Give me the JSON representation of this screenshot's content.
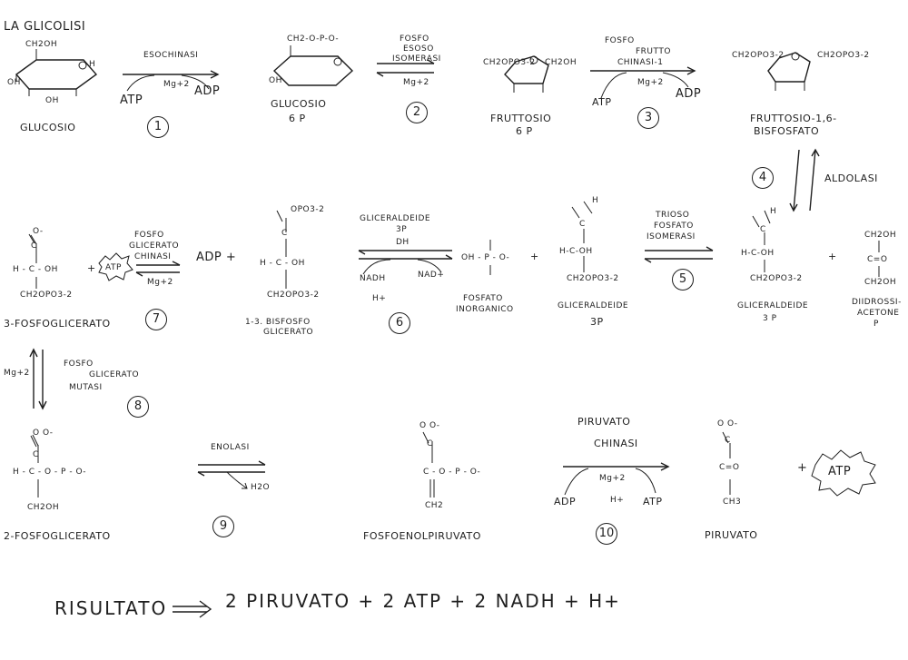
{
  "title": "LA GLICOLISI",
  "reactions": {
    "r1": {
      "num": "1",
      "enzyme": "ESOCHINASI",
      "cofactor": "Mg+2",
      "in": "ATP",
      "out": "ADP"
    },
    "r2": {
      "num": "2",
      "enzyme_l1": "FOSFO",
      "enzyme_l2": "ESOSO",
      "enzyme_l3": "ISOMERASI",
      "cofactor": "Mg+2"
    },
    "r3": {
      "num": "3",
      "enzyme_l1": "FOSFO",
      "enzyme_l2": "FRUTTO",
      "enzyme_l3": "CHINASI-1",
      "cofactor": "Mg+2",
      "in": "ATP",
      "out": "ADP"
    },
    "r4": {
      "num": "4",
      "enzyme": "ALDOLASI"
    },
    "r5": {
      "num": "5",
      "enzyme_l1": "TRIOSO",
      "enzyme_l2": "FOSFATO",
      "enzyme_l3": "ISOMERASI"
    },
    "r6": {
      "num": "6",
      "enzyme_l1": "GLICERALDEIDE",
      "enzyme_l2": "3P",
      "enzyme_l3": "DH",
      "in1": "NADH",
      "in2": "H+",
      "out": "NAD+"
    },
    "r7": {
      "num": "7",
      "enzyme_l1": "FOSFO",
      "enzyme_l2": "GLICERATO",
      "enzyme_l3": "CHINASI",
      "cofactor": "Mg+2",
      "product": "ADP +"
    },
    "r8": {
      "num": "8",
      "enzyme_l1": "FOSFO",
      "enzyme_l2": "GLICERATO",
      "enzyme_l3": "MUTASI",
      "cofactor": "Mg+2"
    },
    "r9": {
      "num": "9",
      "enzyme": "ENOLASI",
      "byproduct": "H2O"
    },
    "r10": {
      "num": "10",
      "enzyme_l1": "PIRUVATO",
      "enzyme_l2": "CHINASI",
      "cofactor": "Mg+2",
      "in1": "ADP",
      "in2": "H+",
      "out": "ATP"
    }
  },
  "molecules": {
    "glucosio": {
      "name": "GLUCOSIO",
      "ch2oh": "CH2OH",
      "oh": "OH",
      "h": "H"
    },
    "g6p": {
      "name_l1": "GLUCOSIO",
      "name_l2": "6 P",
      "phos": "CH2-O-P-O-"
    },
    "f6p": {
      "name_l1": "FRUTTOSIO",
      "name_l2": "6 P",
      "left": "CH2OPO3-2",
      "right": "CH2OH"
    },
    "f16bp": {
      "name_l1": "FRUTTOSIO-1,6-",
      "name_l2": "BISFOSFATO",
      "left": "CH2OPO3-2",
      "right": "CH2OPO3-2"
    },
    "gap_right": {
      "name_l1": "GLICERALDEIDE",
      "name_l2": "3 P",
      "top": "H",
      "mid": "H-C-OH",
      "bottom": "CH2OPO3-2"
    },
    "dhap": {
      "name_l1": "DIIDROSSI-",
      "name_l2": "ACETONE",
      "name_l3": "P",
      "top": "CH2OH",
      "mid": "C=O",
      "bottom": "CH2OH",
      "plus": "+"
    },
    "gap_mid": {
      "name_l1": "GLICERALDEIDE",
      "name_l2": "3P",
      "top": "H",
      "mid": "H-C-OH",
      "bottom": "CH2OPO3-2"
    },
    "pi": {
      "name_l1": "FOSFATO",
      "name_l2": "INORGANICO",
      "formula": "OH - P - O-",
      "plus": "+"
    },
    "bpg13": {
      "name_l1": "1-3. BISFOSFO",
      "name_l2": "GLICERATO",
      "top": "OPO3-2",
      "mid": "H - C - OH",
      "bottom": "CH2OPO3-2"
    },
    "pg3": {
      "name": "3-FOSFOGLICERATO",
      "top": "O-",
      "mid": "H - C - OH",
      "bottom": "CH2OPO3-2",
      "plus": "+",
      "atp": "ATP"
    },
    "pg2": {
      "name": "2-FOSFOGLICERATO",
      "mid": "H - C - O - P - O-",
      "bottom": "CH2OH"
    },
    "pep": {
      "name": "FOSFOENOLPIRUVATO",
      "mid": "C - O - P - O-",
      "bottom": "CH2"
    },
    "piruvato": {
      "name": "PIRUVATO",
      "mid": "C=O",
      "bottom": "CH3",
      "plus": "+",
      "atp": "ATP"
    }
  },
  "summary": {
    "label": "RISULTATO",
    "arrow": "⟹",
    "text": "2 PIRUVATO + 2 ATP + 2 NADH + H+"
  }
}
